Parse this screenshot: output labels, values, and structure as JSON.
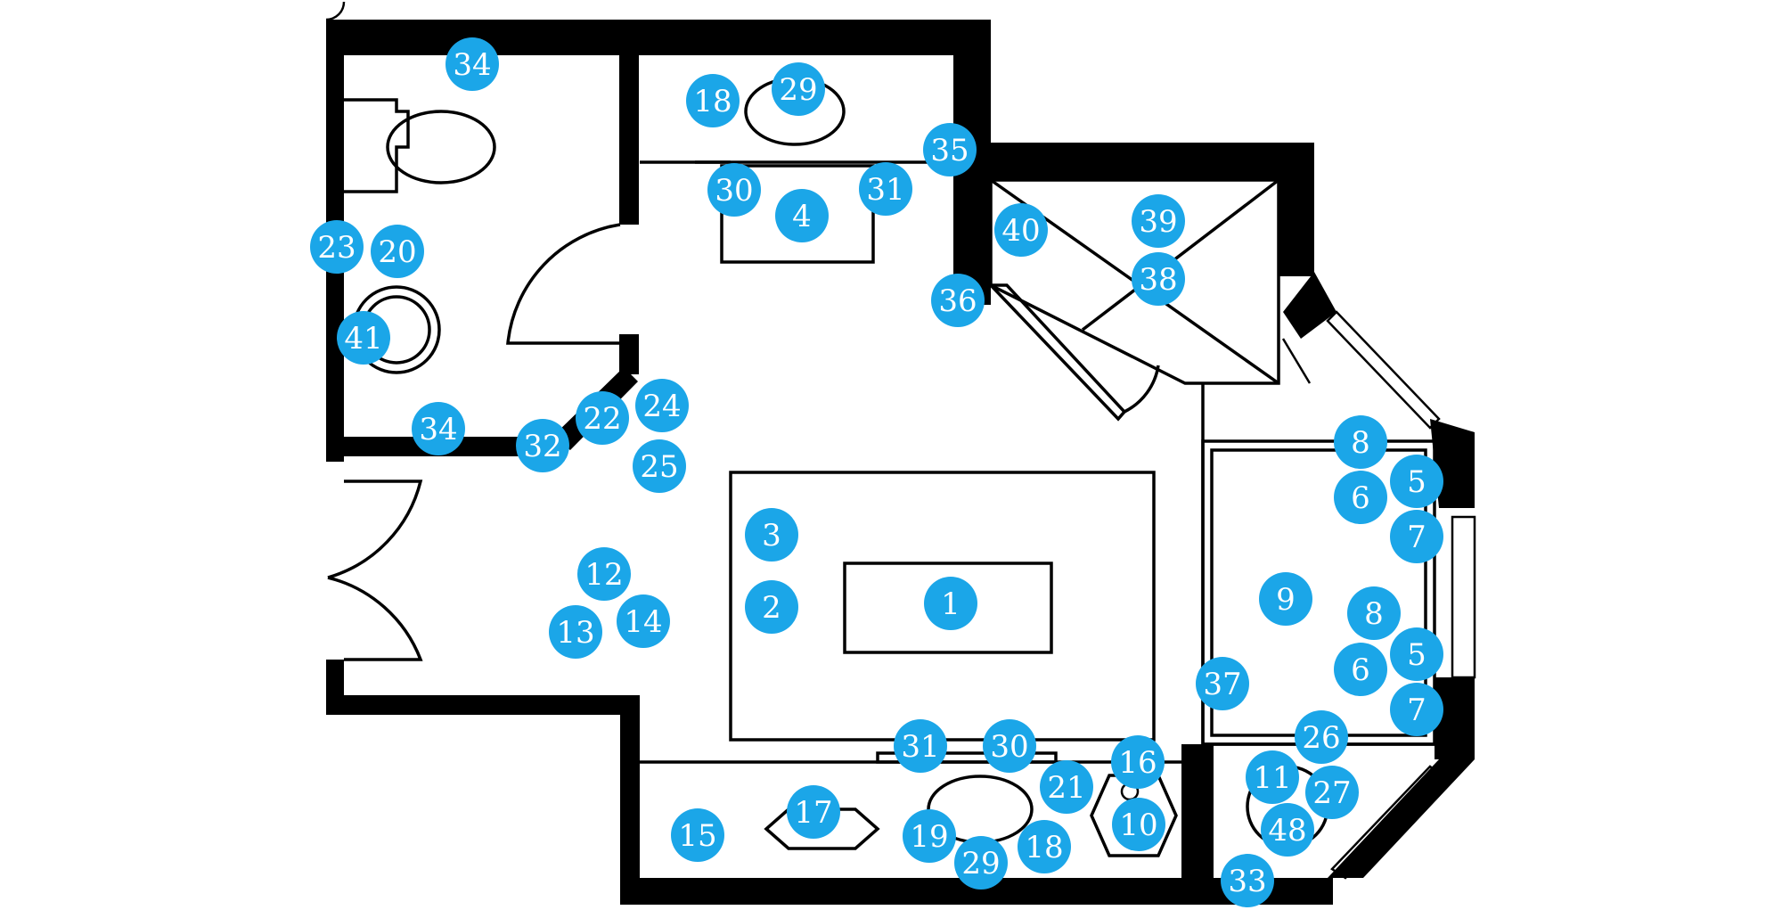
{
  "diagram": {
    "kind": "floor-plan",
    "marker_color": "#1ba6e8",
    "line_color": "#000000",
    "markers": [
      {
        "id": "m-34-top",
        "label": "34"
      },
      {
        "id": "m-18-top",
        "label": "18"
      },
      {
        "id": "m-29-top",
        "label": "29"
      },
      {
        "id": "m-35",
        "label": "35"
      },
      {
        "id": "m-30-top",
        "label": "30"
      },
      {
        "id": "m-4",
        "label": "4"
      },
      {
        "id": "m-31-top",
        "label": "31"
      },
      {
        "id": "m-39",
        "label": "39"
      },
      {
        "id": "m-40",
        "label": "40"
      },
      {
        "id": "m-38",
        "label": "38"
      },
      {
        "id": "m-36",
        "label": "36"
      },
      {
        "id": "m-23",
        "label": "23"
      },
      {
        "id": "m-20",
        "label": "20"
      },
      {
        "id": "m-41",
        "label": "41"
      },
      {
        "id": "m-34-mid",
        "label": "34"
      },
      {
        "id": "m-22",
        "label": "22"
      },
      {
        "id": "m-24",
        "label": "24"
      },
      {
        "id": "m-32",
        "label": "32"
      },
      {
        "id": "m-25",
        "label": "25"
      },
      {
        "id": "m-3",
        "label": "3"
      },
      {
        "id": "m-2",
        "label": "2"
      },
      {
        "id": "m-1",
        "label": "1"
      },
      {
        "id": "m-12",
        "label": "12"
      },
      {
        "id": "m-13",
        "label": "13"
      },
      {
        "id": "m-14",
        "label": "14"
      },
      {
        "id": "m-8-a",
        "label": "8"
      },
      {
        "id": "m-5-a",
        "label": "5"
      },
      {
        "id": "m-6-a",
        "label": "6"
      },
      {
        "id": "m-7-a",
        "label": "7"
      },
      {
        "id": "m-9",
        "label": "9"
      },
      {
        "id": "m-8-b",
        "label": "8"
      },
      {
        "id": "m-5-b",
        "label": "5"
      },
      {
        "id": "m-6-b",
        "label": "6"
      },
      {
        "id": "m-7-b",
        "label": "7"
      },
      {
        "id": "m-37",
        "label": "37"
      },
      {
        "id": "m-26",
        "label": "26"
      },
      {
        "id": "m-31-bot",
        "label": "31"
      },
      {
        "id": "m-30-bot",
        "label": "30"
      },
      {
        "id": "m-16",
        "label": "16"
      },
      {
        "id": "m-21",
        "label": "21"
      },
      {
        "id": "m-11",
        "label": "11"
      },
      {
        "id": "m-27",
        "label": "27"
      },
      {
        "id": "m-10",
        "label": "10"
      },
      {
        "id": "m-48",
        "label": "48"
      },
      {
        "id": "m-15",
        "label": "15"
      },
      {
        "id": "m-17",
        "label": "17"
      },
      {
        "id": "m-19",
        "label": "19"
      },
      {
        "id": "m-29-bot",
        "label": "29"
      },
      {
        "id": "m-18-bot",
        "label": "18"
      },
      {
        "id": "m-33",
        "label": "33"
      }
    ]
  }
}
